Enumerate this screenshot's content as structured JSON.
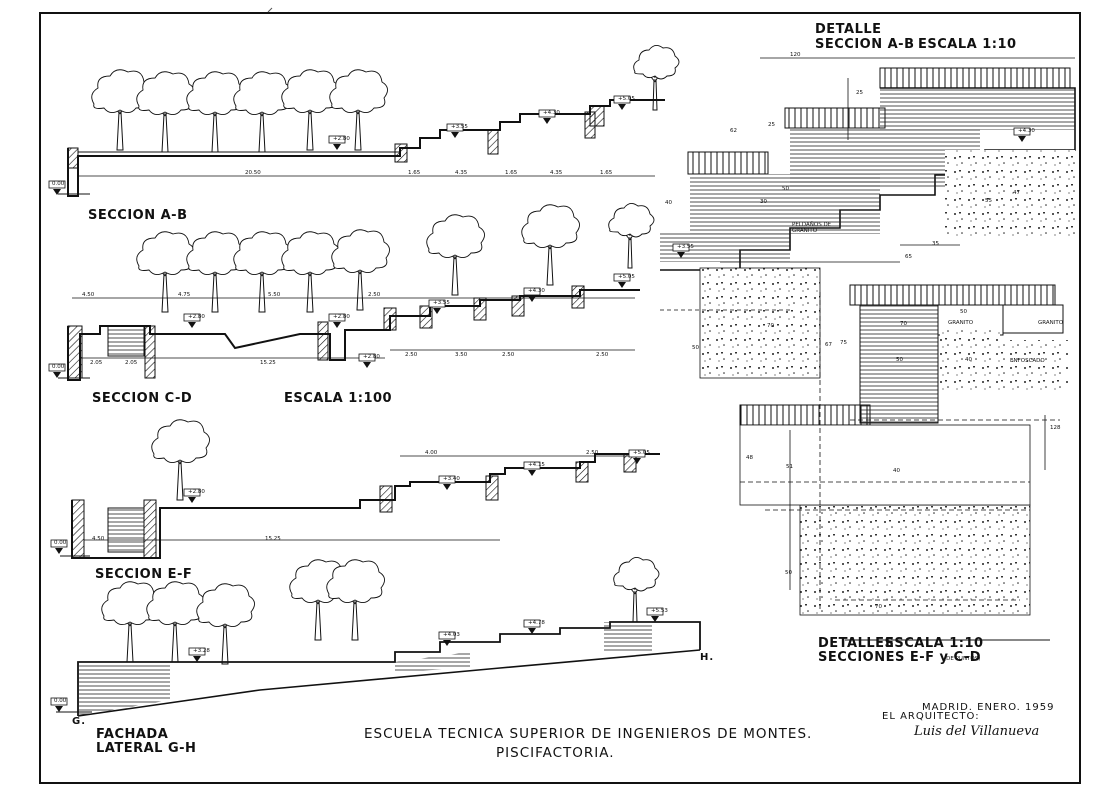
{
  "sections": {
    "ab": {
      "label": "SECCION A-B",
      "scale": "",
      "levels": [
        "0.00",
        "+2.80",
        "+3.55",
        "+4.30",
        "+5.05"
      ],
      "dims": [
        "20.50",
        "1.65",
        "4.35",
        "1.65",
        "4.35",
        "1.65"
      ]
    },
    "cd": {
      "label": "SECCION C-D",
      "scale": "ESCALA 1:100",
      "levels": [
        "0.00",
        "+2.80",
        "+2.80",
        "+2.80",
        "+3.55",
        "+4.30",
        "+5.05"
      ],
      "dims": [
        "4.50",
        "4.75",
        "5.50",
        "2.50",
        "2.05",
        "2.05",
        "15.25",
        "2.50",
        "3.50",
        "2.50",
        "2.50"
      ]
    },
    "ef": {
      "label": "SECCION E-F",
      "levels": [
        "0.00",
        "+2.80",
        "+3.40",
        "+4.15",
        "+5.05"
      ],
      "dims": [
        "4.50",
        "15.25",
        "4.00",
        "2.50"
      ]
    },
    "gh": {
      "label_line1": "FACHADA",
      "label_line2": "LATERAL G-H",
      "levels": [
        "0.00",
        "+3.28",
        "+4.03",
        "+4.78",
        "+5.53"
      ],
      "point_g": "G.",
      "point_h": "H."
    }
  },
  "detail_ab": {
    "label_line1": "DETALLE",
    "label_line2": "SECCION A-B",
    "scale": "ESCALA 1:10",
    "dims": [
      "120",
      "62",
      "25",
      "25",
      "30",
      "50",
      "35",
      "65",
      "70",
      "50",
      "67",
      "47",
      "55",
      "40"
    ],
    "level": "+4.30",
    "level2": "+3.55",
    "note": "PELDAÑOS DE GRANITO"
  },
  "detail_efcd": {
    "label_line1": "DETALLES",
    "scale": "ESCALA 1:10",
    "label_line2": "SECCIONES E-F y C-D",
    "note_small": "(DE PUNTOS)",
    "dims": [
      "50",
      "40",
      "70",
      "75",
      "50",
      "51",
      "40",
      "48",
      "128",
      "70",
      "50"
    ],
    "labels": [
      "GRANITO",
      "GRANITO",
      "ENFOSCADO"
    ]
  },
  "footer": {
    "school": "ESCUELA TECNICA SUPERIOR DE INGENIEROS DE MONTES.",
    "project": "PISCIFACTORIA.",
    "date": "MADRID. ENERO. 1959",
    "architect_label": "EL ARQUITECTO:",
    "signature": "Luis del Villanueva"
  }
}
